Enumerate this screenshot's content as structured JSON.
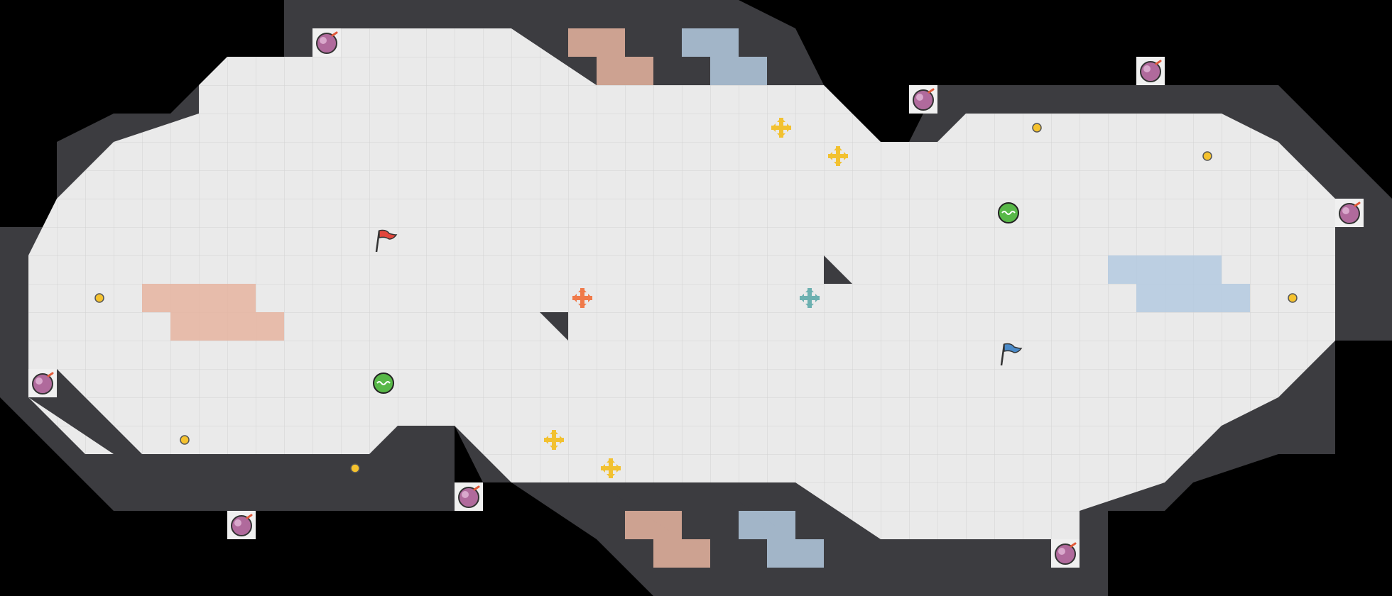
{
  "game": {
    "floor_color": "#eaeaea",
    "grid_line_color": "#d2d2d2",
    "wall_color": "#3c3c40",
    "background_color": "#000000",
    "red_team_color": "#e6b4a0",
    "blue_team_color": "#b4cae0",
    "flags": [
      {
        "team": "red",
        "icon": "red-flag-icon",
        "color": "#e2463c",
        "cell": [
          13,
          8
        ]
      },
      {
        "team": "blue",
        "icon": "blue-flag-icon",
        "color": "#4a8ac8",
        "cell": [
          35,
          12
        ]
      }
    ],
    "boosts": [
      {
        "kind": "neutral",
        "color": "#f2c130",
        "cell": [
          27,
          4
        ]
      },
      {
        "kind": "neutral",
        "color": "#f2c130",
        "cell": [
          29,
          5
        ]
      },
      {
        "kind": "neutral",
        "color": "#f2c130",
        "cell": [
          19,
          15
        ]
      },
      {
        "kind": "neutral",
        "color": "#f2c130",
        "cell": [
          21,
          16
        ]
      },
      {
        "kind": "red",
        "color": "#f07a4a",
        "cell": [
          20,
          10
        ]
      },
      {
        "kind": "blue",
        "color": "#6cb0b0",
        "cell": [
          28,
          10
        ]
      }
    ],
    "powerups": [
      {
        "color": "#58b848",
        "cell": [
          13,
          13
        ]
      },
      {
        "color": "#58b848",
        "cell": [
          35,
          7
        ]
      }
    ],
    "bombs": [
      [
        11,
        1
      ],
      [
        32,
        3
      ],
      [
        40,
        2
      ],
      [
        47,
        7
      ],
      [
        1,
        13
      ],
      [
        16,
        17
      ],
      [
        8,
        18
      ],
      [
        37,
        19
      ]
    ],
    "dots": [
      [
        36,
        4
      ],
      [
        42,
        5
      ],
      [
        3,
        10
      ],
      [
        45,
        10
      ],
      [
        6,
        15
      ],
      [
        12,
        16
      ]
    ],
    "red_tiles": [
      [
        20,
        1
      ],
      [
        21,
        1
      ],
      [
        21,
        2
      ],
      [
        22,
        2
      ],
      [
        5,
        10
      ],
      [
        6,
        10
      ],
      [
        7,
        10
      ],
      [
        8,
        10
      ],
      [
        6,
        11
      ],
      [
        7,
        11
      ],
      [
        8,
        11
      ],
      [
        9,
        11
      ],
      [
        22,
        18
      ],
      [
        23,
        18
      ],
      [
        23,
        19
      ],
      [
        24,
        19
      ]
    ],
    "blue_tiles": [
      [
        24,
        1
      ],
      [
        25,
        1
      ],
      [
        25,
        2
      ],
      [
        26,
        2
      ],
      [
        39,
        9
      ],
      [
        40,
        9
      ],
      [
        41,
        9
      ],
      [
        42,
        9
      ],
      [
        40,
        10
      ],
      [
        41,
        10
      ],
      [
        42,
        10
      ],
      [
        43,
        10
      ],
      [
        26,
        18
      ],
      [
        27,
        18
      ],
      [
        27,
        19
      ],
      [
        28,
        19
      ]
    ]
  }
}
